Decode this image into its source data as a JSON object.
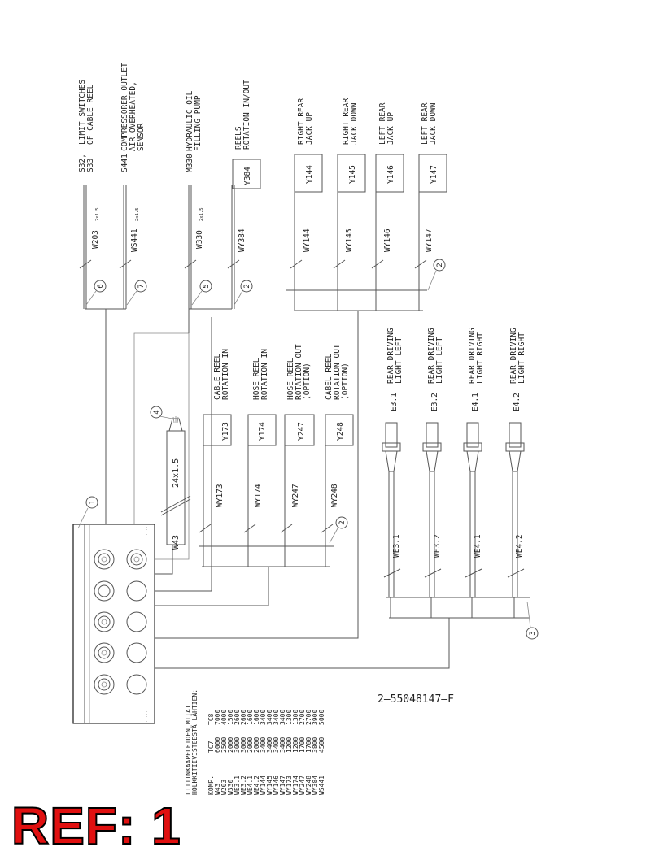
{
  "drawing_number": "2–55048147–F",
  "ref_label": "REF: 1",
  "components": {
    "S32": "S32,",
    "S33": "S33",
    "S32_S33_desc_1": "LIMIT SWITCHES",
    "S32_S33_desc_2": "OF CABLE REEL",
    "S441": "S441",
    "S441_desc_1": "COMPRESSORER OUTLET",
    "S441_desc_2": "AIR OVERHEATED,",
    "S441_desc_3": "SENSOR",
    "M330": "M330",
    "M330_desc_1": "HYDRAULIC OIL",
    "M330_desc_2": "FILLING PUMP",
    "Y384": "Y384",
    "Y384_desc_1": "REELS",
    "Y384_desc_2": "ROTATION IN/OUT",
    "Y144": "Y144",
    "Y144_desc_1": "RIGHT REAR",
    "Y144_desc_2": "JACK UP",
    "Y145": "Y145",
    "Y145_desc_1": "RIGHT REAR",
    "Y145_desc_2": "JACK DOWN",
    "Y146": "Y146",
    "Y146_desc_1": "LEFT REAR",
    "Y146_desc_2": "JACK UP",
    "Y147": "Y147",
    "Y147_desc_1": "LEFT REAR",
    "Y147_desc_2": "JACK DOWN",
    "Y173": "Y173",
    "Y173_desc_1": "CABLE REEL",
    "Y173_desc_2": "ROTATION IN",
    "Y174": "Y174",
    "Y174_desc_1": "HOSE REEL",
    "Y174_desc_2": "ROTATION IN",
    "Y247": "Y247",
    "Y247_desc_1": "HOSE REEL",
    "Y247_desc_2": "ROTATION OUT",
    "Y247_desc_3": "(OPTION)",
    "Y248": "Y248",
    "Y248_desc_1": "CABEL REEL",
    "Y248_desc_2": "ROTATION OUT",
    "Y248_desc_3": "(OPTION)",
    "E31": "E3.1",
    "E31_desc_1": "REAR DRIVING",
    "E31_desc_2": "LIGHT LEFT",
    "E32": "E3.2",
    "E32_desc_1": "REAR DRIVING",
    "E32_desc_2": "LIGHT LEFT",
    "E41": "E4.1",
    "E41_desc_1": "REAR DRIVING",
    "E41_desc_2": "LIGHT RIGHT",
    "E42": "E4.2",
    "E42_desc_1": "REAR DRIVING",
    "E42_desc_2": "LIGHT RIGHT"
  },
  "wires": {
    "W203": "W203",
    "WS441": "WS441",
    "W330": "W330",
    "WY384": "WY384",
    "WY144": "WY144",
    "WY145": "WY145",
    "WY146": "WY146",
    "WY147": "WY147",
    "WY173": "WY173",
    "WY174": "WY174",
    "WY247": "WY247",
    "WY248": "WY248",
    "WE31": "WE3.1",
    "WE32": "WE3.2",
    "WE41": "WE4.1",
    "WE42": "WE4.2",
    "W43": "W43",
    "W43_spec": "24x1.5",
    "small_spec": "2x1.5"
  },
  "callouts": [
    "1",
    "2",
    "3",
    "4",
    "5",
    "6",
    "7"
  ],
  "table": {
    "title_1": "LIITINKAAPELEIDEN MITAT",
    "title_2": "HOLKKITIIVISTEESTÄ LÄHTIEN:",
    "headers": [
      "KOMP.",
      "TC7",
      "TC8"
    ],
    "rows": [
      [
        "W43",
        "6000",
        "7000"
      ],
      [
        "W203",
        "2500",
        "4000"
      ],
      [
        "W330",
        "2000",
        "1500"
      ],
      [
        "WE3.1",
        "3000",
        "2600"
      ],
      [
        "WE3.2",
        "3000",
        "2600"
      ],
      [
        "WE4.1",
        "2000",
        "1600"
      ],
      [
        "WE4.2",
        "2000",
        "1600"
      ],
      [
        "WY144",
        "3400",
        "3400"
      ],
      [
        "WY145",
        "3400",
        "3400"
      ],
      [
        "WY146",
        "3400",
        "3400"
      ],
      [
        "WY147",
        "3400",
        "3400"
      ],
      [
        "WY173",
        "1200",
        "1300"
      ],
      [
        "WY174",
        "1200",
        "1300"
      ],
      [
        "WY247",
        "1700",
        "2700"
      ],
      [
        "WY248",
        "1700",
        "2700"
      ],
      [
        "WY384",
        "3800",
        "3900"
      ],
      [
        "WS441",
        "4500",
        "5000"
      ]
    ]
  }
}
